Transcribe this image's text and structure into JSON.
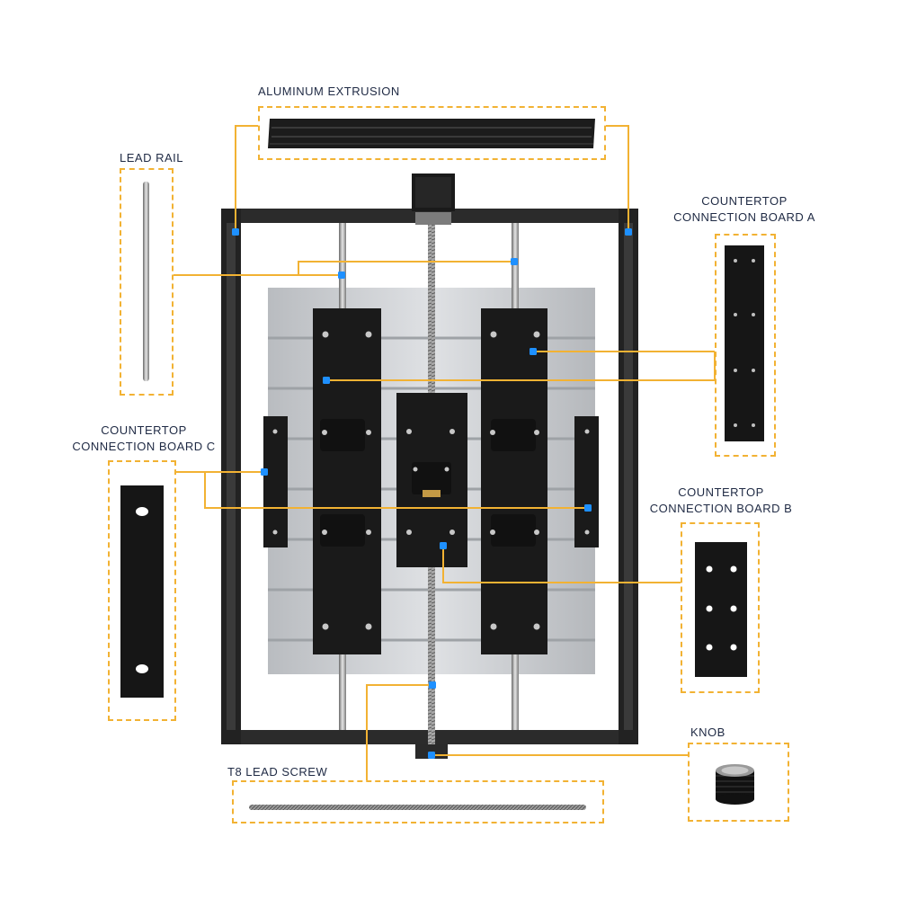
{
  "labels": {
    "aluminum_extrusion": "ALUMINUM EXTRUSION",
    "lead_rail": "LEAD RAIL",
    "board_a_line1": "COUNTERTOP",
    "board_a_line2": "CONNECTION BOARD A",
    "board_c_line1": "COUNTERTOP",
    "board_c_line2": "CONNECTION BOARD C",
    "board_b_line1": "COUNTERTOP",
    "board_b_line2": "CONNECTION BOARD B",
    "knob": "KNOB",
    "t8_lead_screw": "T8 LEAD SCREW"
  },
  "colors": {
    "callout": "#f2b233",
    "marker": "#1e90ff",
    "frame": "#2b2b2b",
    "plate": "#c9ccd0",
    "board": "#1b1b1b",
    "label": "#1f2a44"
  }
}
